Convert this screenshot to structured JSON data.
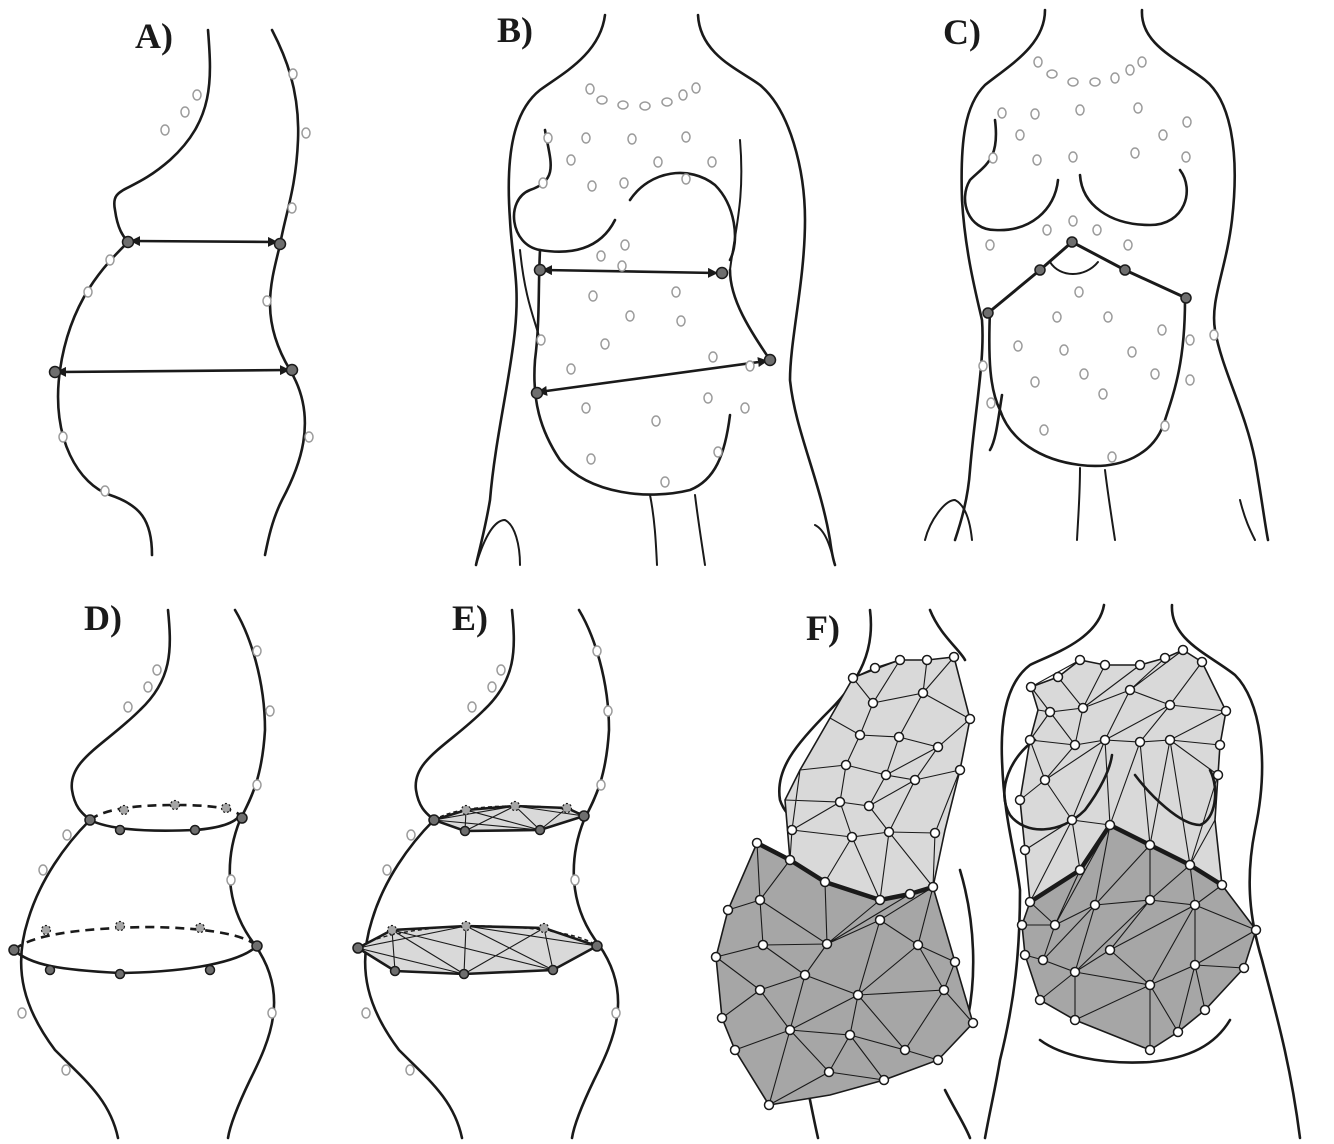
{
  "panels": [
    {
      "id": "A",
      "label": "A)"
    },
    {
      "id": "B",
      "label": "B)"
    },
    {
      "id": "C",
      "label": "C)"
    },
    {
      "id": "D",
      "label": "D)"
    },
    {
      "id": "E",
      "label": "E)"
    },
    {
      "id": "F",
      "label": "F)"
    }
  ],
  "colors": {
    "line": "#1a1a1a",
    "open_marker_fill": "#ffffff",
    "open_marker_stroke": "#9a9a9a",
    "filled_marker": "#6e6e6e",
    "light_fill": "#d9d9d9",
    "dark_fill": "#a6a6a6"
  }
}
